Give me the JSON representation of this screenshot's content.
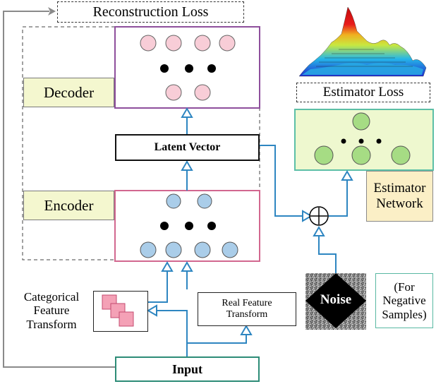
{
  "labels": {
    "reconstruction_loss": "Reconstruction Loss",
    "estimator_loss": "Estimator Loss",
    "decoder": "Decoder",
    "encoder": "Encoder",
    "latent_vector": "Latent Vector",
    "estimator_network": "Estimator\nNetwork",
    "categorical_feature_transform": "Categorical\nFeature\nTransform",
    "real_feature_transform": "Real Feature\nTransform",
    "noise": "Noise",
    "negative_samples": "(For\nNegative\nSamples)",
    "input": "Input"
  },
  "colors": {
    "decoder_border": "#8e4f9c",
    "encoder_border": "#d2678f",
    "estimator_border": "#5cbfa6",
    "estimator_fill": "#eef8cf",
    "arrow": "#2e86c1",
    "pink_node": "#f8cdd7",
    "blue_node": "#aacde9",
    "green_node": "#a6dc84",
    "feedback_line": "#8a8a8a"
  },
  "icons": {
    "sum": "circled-plus-icon",
    "noise": "noise-diamond-icon",
    "surface": "3d-surface-plot-icon",
    "categorical": "stacked-squares-icon"
  }
}
